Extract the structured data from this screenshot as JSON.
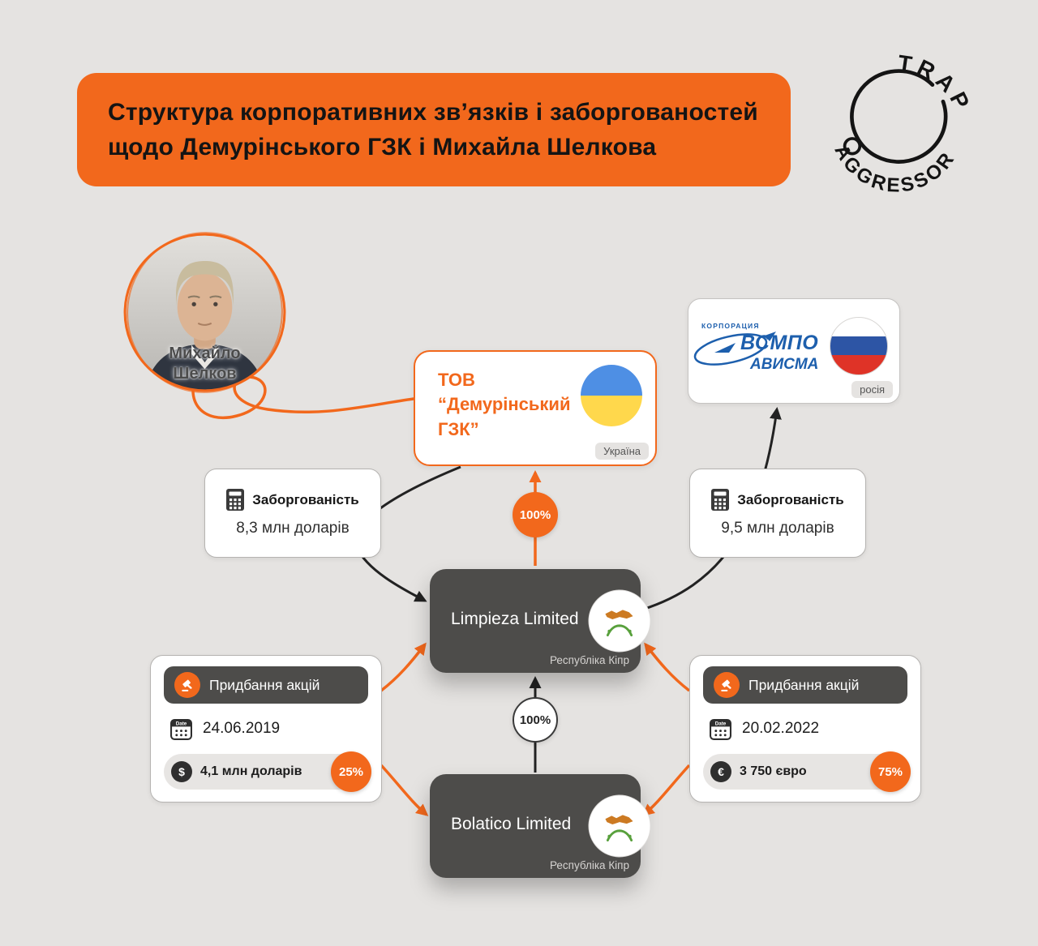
{
  "colors": {
    "accent": "#F2681C",
    "background": "#E5E3E1",
    "card_dark": "#4D4C4A",
    "vsmpo_blue": "#1D5FAD"
  },
  "title": {
    "line1": "Структура корпоративних зв’язків і заборгованостей",
    "line2": "щодо Демурінського ГЗК і Михайла Шелкова"
  },
  "logo": {
    "top": "TRAP",
    "bottom": "AGGRESSOR"
  },
  "person": {
    "name_line1": "Михайло",
    "name_line2": "Шелков"
  },
  "nodes": {
    "tov": {
      "line1": "ТОВ",
      "line2": "“Демурінський",
      "line3": "ГЗК”",
      "country": "Україна"
    },
    "vsmpo": {
      "small": "КОРПОРАЦИЯ",
      "big": "ВСМПО",
      "sub": "АВИСМА",
      "country": "росія"
    },
    "limpieza": {
      "name": "Limpieza Limited",
      "country": "Республіка Кіпр"
    },
    "bolatico": {
      "name": "Bolatico Limited",
      "country": "Республіка Кіпр"
    }
  },
  "debts": {
    "left": {
      "label": "Заборгованість",
      "amount": "8,3 млн доларів"
    },
    "right": {
      "label": "Заборгованість",
      "amount": "9,5 млн доларів"
    }
  },
  "ownership": {
    "limpieza_to_tov": "100%",
    "bolatico_to_limpieza": "100%"
  },
  "purchases": {
    "left": {
      "header": "Придбання акцій",
      "date": "24.06.2019",
      "currency": "$",
      "amount": "4,1 млн доларів",
      "share": "25%"
    },
    "right": {
      "header": "Придбання акцій",
      "date": "20.02.2022",
      "currency": "€",
      "amount": "3 750 євро",
      "share": "75%"
    }
  },
  "icons": {
    "date_label": "Date"
  }
}
